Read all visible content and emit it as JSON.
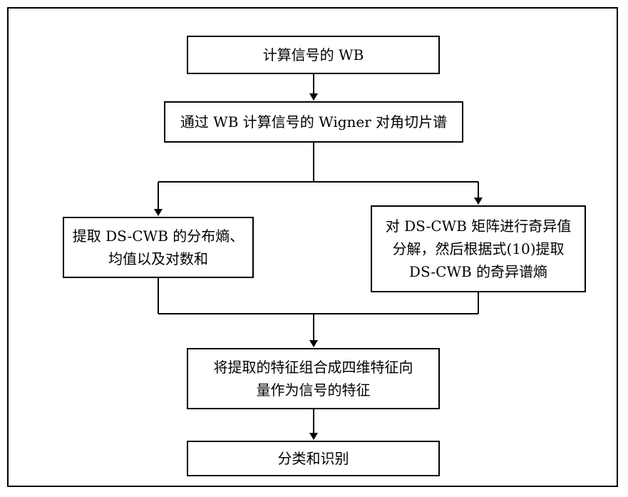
{
  "diagram": {
    "nodes": [
      {
        "id": "n1",
        "lines": [
          "计算信号的 WB"
        ]
      },
      {
        "id": "n2",
        "lines": [
          "通过 WB 计算信号的 Wigner 对角切片谱"
        ]
      },
      {
        "id": "n3",
        "lines": [
          "提取 DS-CWB 的分布熵、",
          "均值以及对数和"
        ]
      },
      {
        "id": "n4",
        "lines": [
          "对 DS-CWB 矩阵进行奇异值",
          "分解，然后根据式(10)提取",
          "DS-CWB 的奇异谱熵"
        ]
      },
      {
        "id": "n5",
        "lines": [
          "将提取的特征组合成四维特征向",
          "量作为信号的特征"
        ]
      },
      {
        "id": "n6",
        "lines": [
          "分类和识别"
        ]
      }
    ],
    "edges": [
      {
        "from": "n1",
        "to": "n2"
      },
      {
        "from": "n2",
        "to": "n3"
      },
      {
        "from": "n2",
        "to": "n4"
      },
      {
        "from": "n3",
        "to": "n5"
      },
      {
        "from": "n4",
        "to": "n5"
      },
      {
        "from": "n5",
        "to": "n6"
      }
    ]
  }
}
